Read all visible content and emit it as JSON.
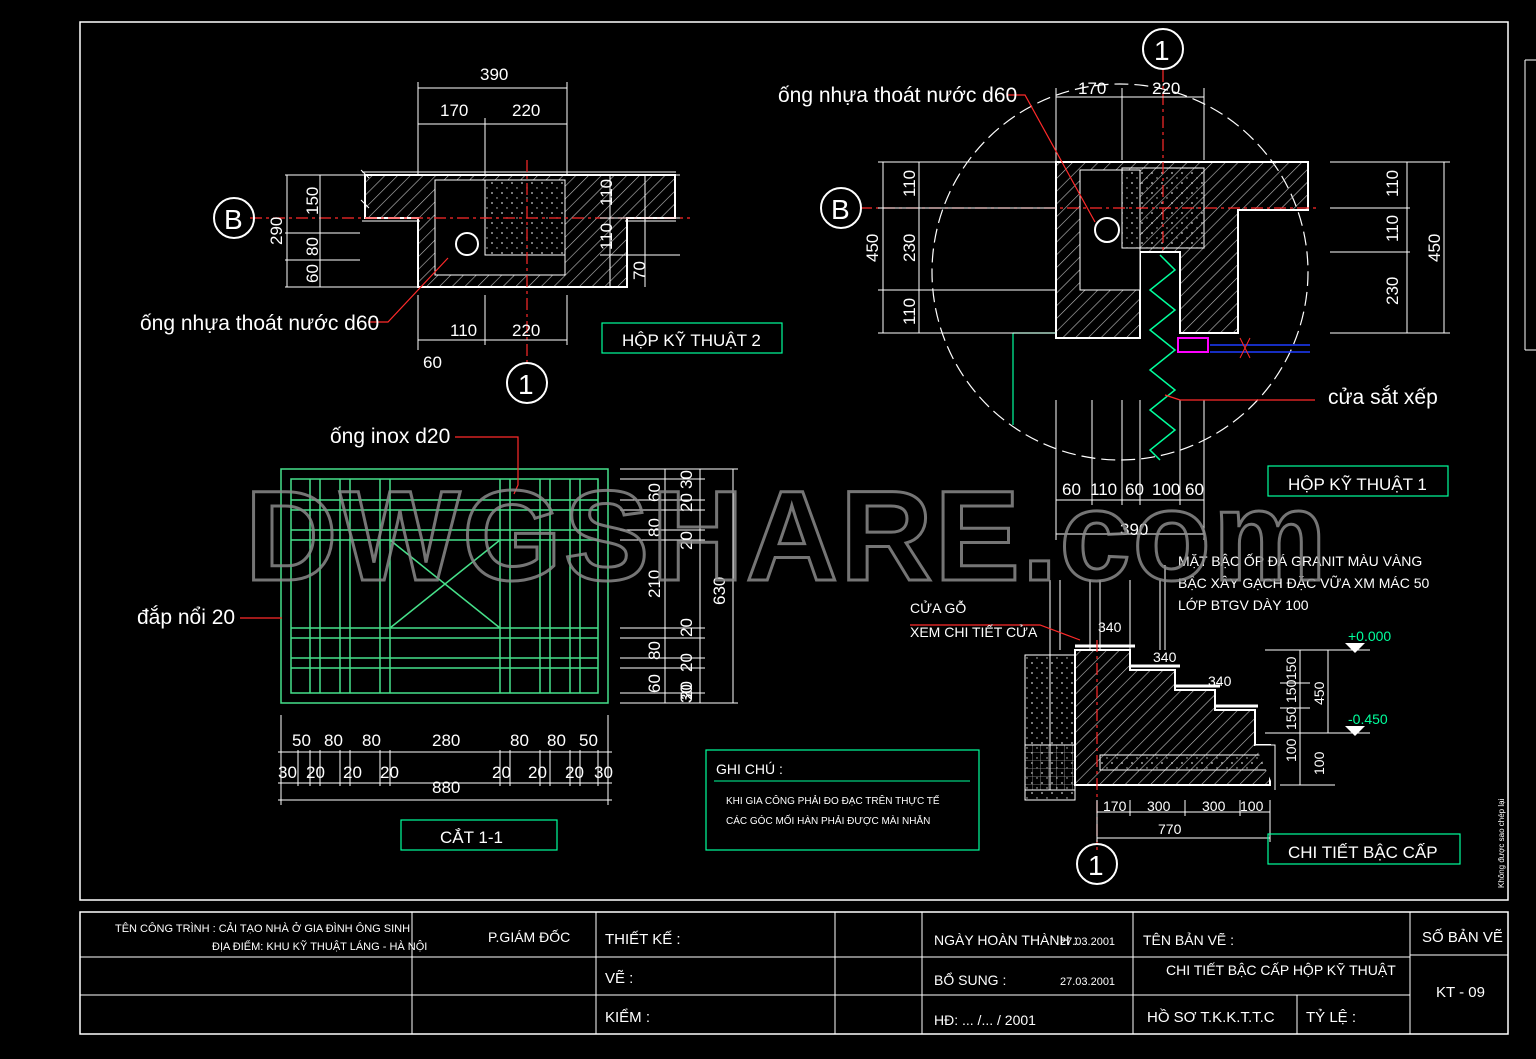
{
  "colors": {
    "background": "#000000",
    "lines": "#ffffff",
    "section_lines": "#00ff9c",
    "axis": "#ff2a2a",
    "leader": "#ff2a2a",
    "window_frame": "#46e08a",
    "watermark": "#8a8a8a",
    "magenta": "#ff00ff",
    "blue": "#1e3cff"
  },
  "watermark": "DWGSHARE.com",
  "axis_markers": {
    "one": "1",
    "b": "B"
  },
  "box2": {
    "title": "HỘP KỸ THUẬT 2",
    "pipe_label": "ống nhựa thoát nước d60",
    "dims_top": {
      "total": "390",
      "left": "170",
      "right": "220"
    },
    "dims_bottom": {
      "a": "110",
      "b": "220",
      "c": "60"
    },
    "dims_left": {
      "total": "290",
      "a": "150",
      "b": "80",
      "c": "60"
    },
    "dims_right": {
      "a": "110",
      "b": "110",
      "c": "70"
    }
  },
  "box1": {
    "title": "HỘP KỸ THUẬT 1",
    "pipe_label": "ống nhựa thoát nước d60",
    "door_label": "cửa sắt xếp",
    "dims_top": {
      "a": "170",
      "b": "220"
    },
    "dims_left": {
      "total": "450",
      "a": "110",
      "b": "230",
      "c": "110"
    },
    "dims_right": {
      "total": "450",
      "a": "110",
      "b": "110",
      "c": "230"
    },
    "dims_bottom": {
      "a": "60",
      "b": "110",
      "c": "60",
      "d": "100",
      "e": "60",
      "total": "390"
    }
  },
  "section": {
    "title": "CẮT 1-1",
    "inox_label": "ống inox d20",
    "relief_label": "đắp nổi 20",
    "dims_bottom_row1": [
      "50",
      "80",
      "80",
      "280",
      "80",
      "80",
      "50"
    ],
    "dims_bottom_row2": [
      "30",
      "20",
      "20",
      "20",
      "20",
      "20",
      "20",
      "30"
    ],
    "dims_bottom_total": "880",
    "dims_right_col": [
      "30",
      "20",
      "20",
      "20",
      "20",
      "20",
      "30"
    ],
    "dims_right_col2": [
      "60",
      "80",
      "210",
      "80",
      "60"
    ],
    "dims_right_total": "630"
  },
  "stair": {
    "title": "CHI TIẾT BẬC CẤP",
    "notes": [
      "MẶT BẬC ỐP ĐÁ GRANIT MÀU VÀNG",
      "BẬC XÂY GẠCH ĐẶC VỮA XM MÁC 50",
      "LỚP BTGV DÀY 100"
    ],
    "door_note": [
      "CỬA GỖ",
      "XEM CHI TIẾT CỬA"
    ],
    "levels": [
      "+0.000",
      "-0.450"
    ],
    "treads": [
      "340",
      "340",
      "340"
    ],
    "risers": [
      "150",
      "150",
      "150",
      "100"
    ],
    "riser_total": "450",
    "riser_extra": "100",
    "dims_bottom": [
      "170",
      "300",
      "300",
      "100"
    ],
    "dims_bottom_total": "770"
  },
  "notes_box": {
    "title": "GHI CHÚ :",
    "lines": [
      "KHI GIA CÔNG PHẢI ĐO ĐẠC TRÊN THỰC TẾ",
      "CÁC GÓC MỐI HÀN PHẢI ĐƯỢC MÀI NHẴN"
    ]
  },
  "title_block": {
    "project_line1": "TÊN CÔNG TRÌNH : CẢI TẠO NHÀ Ở GIA ĐÌNH ÔNG SINH",
    "project_line2": "ĐỊA ĐIỂM: KHU KỸ THUẬT LÁNG - HÀ NỘI",
    "director": "P.GIÁM ĐỐC",
    "design": "THIẾT KẾ :",
    "draw": "VẼ :",
    "check": "KIỂM :",
    "completion_label": "NGÀY HOÀN THÀNH :",
    "completion_date": "27.03.2001",
    "supplement_label": "BỔ SUNG :",
    "supplement_date": "27.03.2001",
    "contract": "HĐ: ... /... / 2001",
    "drawing_name_label": "TÊN BẢN VẼ :",
    "drawing_name": "CHI TIẾT BẬC CẤP HỘP KỸ THUẬT",
    "dossier": "HỒ SƠ T.K.K.T.T.C",
    "scale": "TỶ LỆ :",
    "sheet_no_label": "SỐ BẢN VẼ",
    "sheet_no": "KT - 09"
  },
  "side_note": "Không được sao chép lại"
}
